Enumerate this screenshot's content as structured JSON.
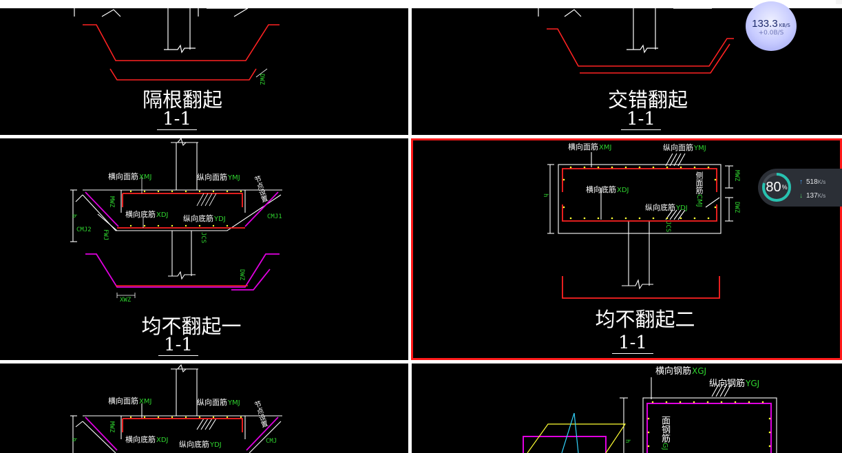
{
  "panels": [
    {
      "id": "p1",
      "title": "隔根翻起",
      "section": "1-1",
      "labels": {
        "dwz": "DWZ"
      }
    },
    {
      "id": "p2",
      "title": "交错翻起",
      "section": "1-1"
    },
    {
      "id": "p3",
      "title": "均不翻起一",
      "section": "1-1",
      "labels": {
        "transverse_top": "横向面筋",
        "transverse_top_code": "XMJ",
        "longitudinal_top": "纵向面筋",
        "longitudinal_top_code": "YMJ",
        "transverse_bottom": "横向底筋",
        "transverse_bottom_code": "XDJ",
        "longitudinal_bottom": "纵向底筋",
        "longitudinal_bottom_code": "YDJ",
        "node_setting": "节点设置",
        "cmj1": "CMJ1",
        "cmj2": "CMJ2",
        "mwz": "MWZ",
        "h": "h",
        "dwz": "DWZ",
        "xwz": "XWZ",
        "jcs": "JCS",
        "fwj": "FWJ"
      }
    },
    {
      "id": "p4",
      "title": "均不翻起二",
      "section": "1-1",
      "selected": true,
      "labels": {
        "transverse_top": "横向面筋",
        "transverse_top_code": "XMJ",
        "longitudinal_top": "纵向面筋",
        "longitudinal_top_code": "YMJ",
        "transverse_bottom": "横向底筋",
        "transverse_bottom_code": "XDJ",
        "longitudinal_bottom": "纵向底筋",
        "longitudinal_bottom_code": "YDJ",
        "side": "侧面筋",
        "side_code": "CMJ",
        "mwz": "MWZ",
        "dwz": "DWZ",
        "h": "h",
        "jcs": "JCS"
      }
    },
    {
      "id": "p5",
      "labels": {
        "transverse_top": "横向面筋",
        "transverse_top_code": "XMJ",
        "longitudinal_top": "纵向面筋",
        "longitudinal_top_code": "YMJ",
        "transverse_bottom": "横向底筋",
        "transverse_bottom_code": "XDJ",
        "longitudinal_bottom": "纵向底筋",
        "longitudinal_bottom_code": "YDJ",
        "node_setting": "节点设置",
        "cmj": "CMJ",
        "mwz": "MWZ",
        "h": "h"
      }
    },
    {
      "id": "p6",
      "labels": {
        "transverse": "横向钢筋",
        "transverse_code": "XGJ",
        "longitudinal": "纵向钢筋",
        "longitudinal_code": "YGJ",
        "side": "面钢筋",
        "side_code": "GJ",
        "h": "h"
      }
    }
  ],
  "speed_widget": {
    "value": "133.3",
    "unit": "KB/S",
    "delta": "+0.0B/S"
  },
  "net_meter": {
    "percent": "80",
    "percent_sign": "%",
    "upload": "518",
    "upload_unit": "K/s",
    "download": "137",
    "download_unit": "K/s"
  },
  "colors": {
    "accent_red": "#ff1a1a",
    "panel_bg": "#000000",
    "rebar_red": "#ff2222",
    "magenta": "#e000e0",
    "green_code": "#2fd52f",
    "selected_border": "#ff1a1a"
  }
}
